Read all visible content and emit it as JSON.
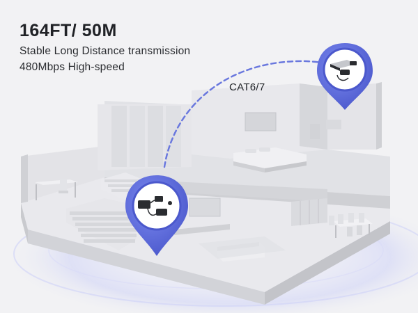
{
  "headline": "164FT/ 50M",
  "subtitle_line1": "Stable Long Distance transmission",
  "subtitle_line2": "480Mbps High-speed",
  "cable_label": "CAT6/7",
  "colors": {
    "background": "#f2f2f4",
    "text": "#202226",
    "pin_blue": "#5b6bdb",
    "cable_dash": "#6a78de",
    "floor_glow": "#c9ccf5",
    "building_light": "#ececef",
    "building_mid": "#dcdce0",
    "building_dark": "#c6c7cc"
  },
  "icons": [
    "location-pin-icon",
    "usb-extender-device-icon"
  ]
}
